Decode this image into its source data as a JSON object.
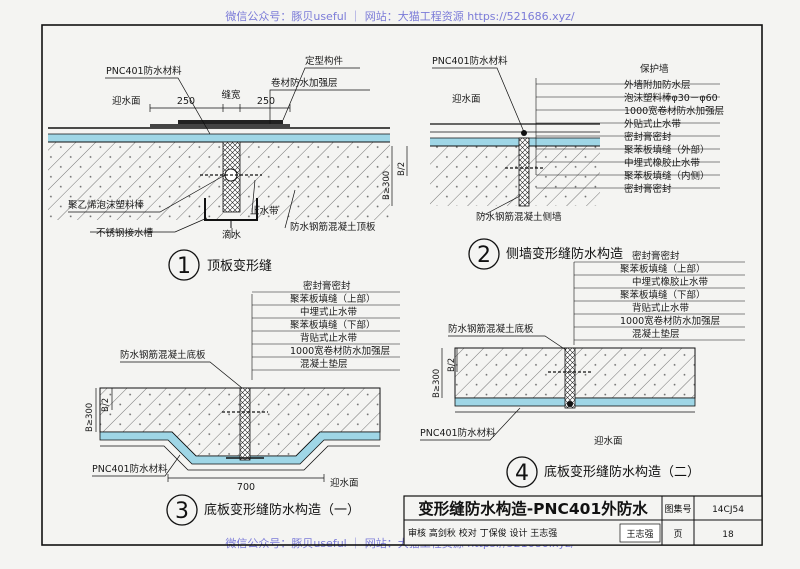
{
  "watermark_top": "微信公众号：豚贝useful ｜ 网站：大猫工程资源 https://521686.xyz/",
  "watermark_bottom": "微信公众号：豚贝useful ｜ 网站：大猫工程资源 https://521686.xyz/",
  "d1": {
    "number": "1",
    "caption": "顶板变形缝",
    "labels": {
      "pnc": "PNC401防水材料",
      "water": "迎水面",
      "dim_left": "250",
      "gap": "缝宽",
      "dim_right": "250",
      "fixed": "定型构件",
      "reinforce": "卷材防水加强层",
      "foam_rod": "聚乙烯泡沫塑料棒",
      "trough": "不锈钢接水槽",
      "drip": "滴水",
      "stop": "止水带",
      "slab": "防水钢筋混凝土顶板"
    }
  },
  "d2": {
    "number": "2",
    "caption": "侧墙变形缝防水构造",
    "labels": {
      "pnc": "PNC401防水材料",
      "water": "迎水面",
      "dim_b": "B≥300",
      "dim_b2": "B/2",
      "wall": "防水钢筋混凝土侧墙"
    },
    "layers": [
      "保护墙",
      "外墙附加防水层",
      "泡沫塑料棒φ30－φ60",
      "1000宽卷材防水加强层",
      "外贴式止水带",
      "密封膏密封",
      "聚苯板填缝（外部）",
      "中埋式橡胶止水带",
      "聚苯板填缝（内侧）",
      "密封膏密封"
    ]
  },
  "d3": {
    "number": "3",
    "caption": "底板变形缝防水构造（一）",
    "labels": {
      "slab": "防水钢筋混凝土底板",
      "dim_b": "B≥300",
      "dim_b2": "B/2",
      "pnc": "PNC401防水材料",
      "dim_700": "700",
      "water": "迎水面"
    },
    "layers": [
      "密封膏密封",
      "聚苯板填缝（上部）",
      "中埋式止水带",
      "聚苯板填缝（下部）",
      "背贴式止水带",
      "1000宽卷材防水加强层",
      "混凝土垫层"
    ]
  },
  "d4": {
    "number": "4",
    "caption": "底板变形缝防水构造（二）",
    "labels": {
      "slab": "防水钢筋混凝土底板",
      "dim_b": "B≥300",
      "dim_b2": "B/2",
      "pnc": "PNC401防水材料",
      "water": "迎水面"
    },
    "layers": [
      "密封膏密封",
      "聚苯板填缝（上部）",
      "中埋式橡胶止水带",
      "聚苯板填缝（下部）",
      "背贴式止水带",
      "1000宽卷材防水加强层",
      "混凝土垫层"
    ]
  },
  "title_block": {
    "title": "变形缝防水构造-PNC401外防水",
    "atlas_label": "图集号",
    "atlas_no": "14CJ54",
    "row_text": "审核 高剑秋  校对 丁保俊  设计 王志强",
    "signature": "王志强",
    "page_label": "页",
    "page_no": "18"
  },
  "colors": {
    "membrane": "#9fd6e6",
    "line": "#111111",
    "paper": "#f4f4f2",
    "watermark": "#7b7bd8"
  }
}
